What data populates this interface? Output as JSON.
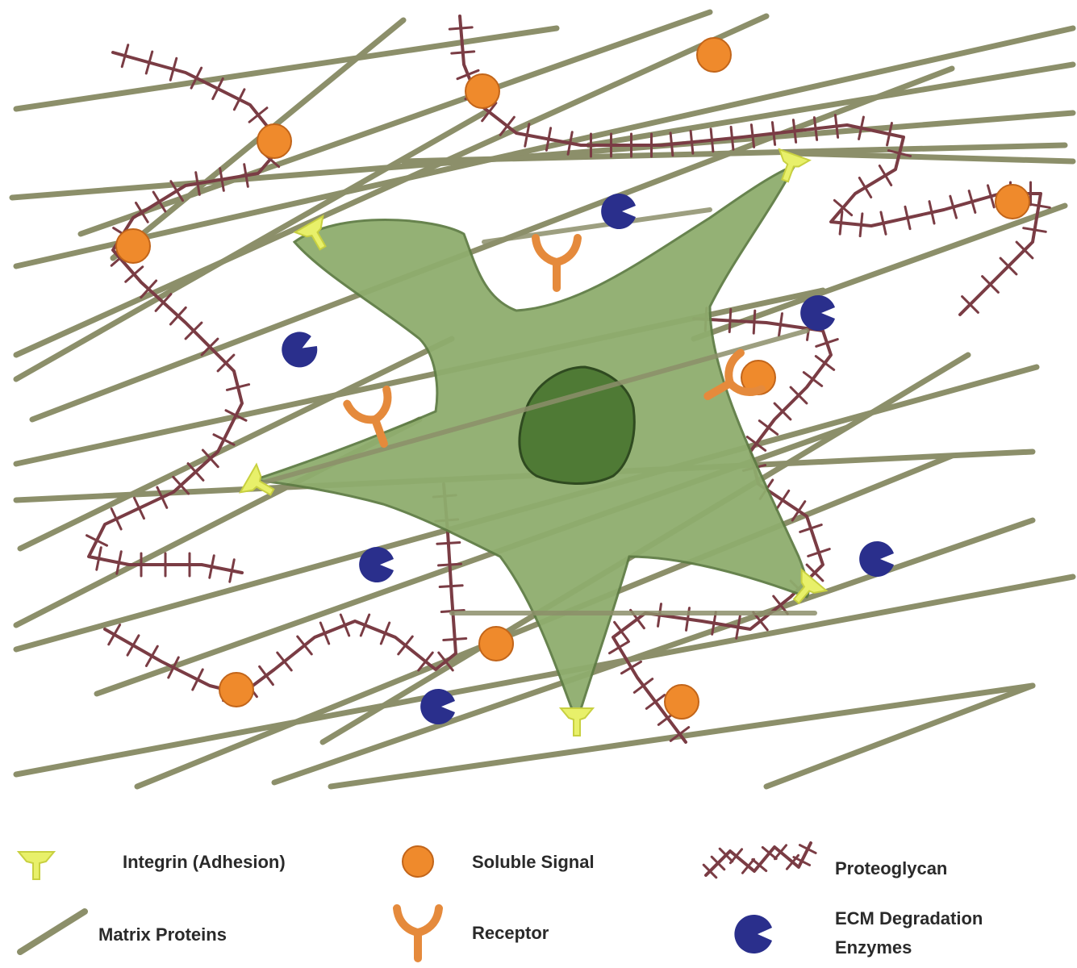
{
  "colors": {
    "background": "#ffffff",
    "matrix_protein": "#8c8f6a",
    "proteoglycan": "#7a3c44",
    "cell_body": "#8fad6e",
    "cell_outline": "#5f7d45",
    "nucleus": "#4f7a35",
    "nucleus_outline": "#2f4a20",
    "integrin": "#e8f06a",
    "soluble_signal": "#ef8a2c",
    "soluble_signal_outline": "#c2651a",
    "receptor": "#e58a3c",
    "enzyme": "#2a2f8c"
  },
  "legend": {
    "integrin": {
      "label": "Integrin (Adhesion)",
      "icon": "integrin-icon"
    },
    "matrix": {
      "label": "Matrix Proteins",
      "icon": "matrix-protein-icon"
    },
    "signal": {
      "label": "Soluble Signal",
      "icon": "soluble-signal-icon"
    },
    "receptor": {
      "label": "Receptor",
      "icon": "receptor-icon"
    },
    "proteoglycan": {
      "label": "Proteoglycan",
      "icon": "proteoglycan-icon"
    },
    "enzyme": {
      "label_line1": "ECM Degradation",
      "label_line2": "Enzymes",
      "icon": "enzyme-icon"
    }
  }
}
